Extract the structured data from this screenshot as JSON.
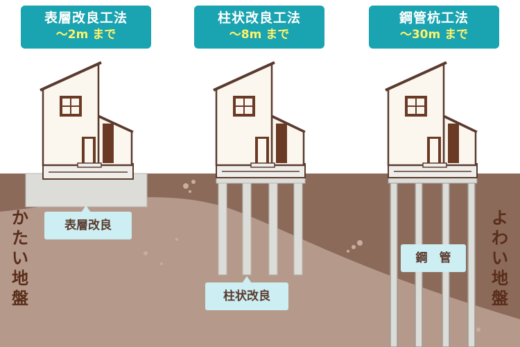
{
  "methods": [
    {
      "name": "表層改良工法",
      "depth": "〜2m まで",
      "label": "表層改良"
    },
    {
      "name": "柱状改良工法",
      "depth": "〜8m まで",
      "label": "柱状改良"
    },
    {
      "name": "鋼管杭工法",
      "depth": "〜30m まで",
      "label": "鋼　管"
    }
  ],
  "ground": {
    "hard": [
      "か",
      "た",
      "い",
      "地",
      "盤"
    ],
    "soft": [
      "よ",
      "わ",
      "い",
      "地",
      "盤"
    ]
  },
  "colors": {
    "banner": "#1aa3b0",
    "banner_sub_text": "#fff36a",
    "soft_ground": "#8b6a5a",
    "hard_ground": "#b59a8c",
    "label_bg": "#cdeef2",
    "label_text": "#5a3a2e",
    "house_wall": "#fbf7ee",
    "house_outline": "#5a3a2e",
    "window": "#6b3a25",
    "foundation": "#dcdcd8"
  }
}
